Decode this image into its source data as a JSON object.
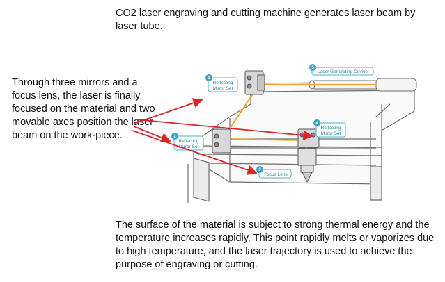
{
  "captions": {
    "top": "CO2 laser engraving and cutting machine generates laser beam by laser tube.",
    "left": "Through three mirrors and a focus lens, the laser is finally focused on the material and two movable axes position the laser beam on the work-piece.",
    "bottom": "The surface of the material is subject to strong thermal energy and the temperature increases rapidly. This point rapidly melts or vaporizes due to high temperature, and the laser trajectory is used to achieve the purpose of engraving or cutting."
  },
  "callouts": [
    {
      "num": "1",
      "line1": "Reflecting",
      "line2": "Mirror Set"
    },
    {
      "num": "2",
      "line1": "Reflecting",
      "line2": "Mirror Set"
    },
    {
      "num": "3",
      "line1": "Focus Lens",
      "line2": ""
    },
    {
      "num": "4",
      "line1": "Reflecting",
      "line2": "Mirror Set"
    },
    {
      "num": "5",
      "line1": "Laser Generating Device",
      "line2": ""
    }
  ],
  "colors": {
    "arrow": "#d9262b",
    "beam": "#f2a51a",
    "frame": "#6e6e6e",
    "callout_accent": "#3aa1c0"
  }
}
